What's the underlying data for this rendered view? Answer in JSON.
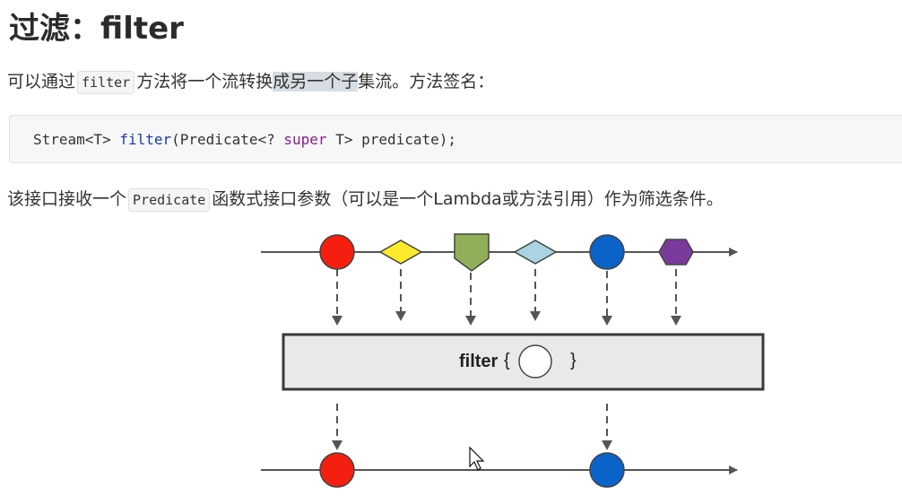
{
  "title": "过滤：filter",
  "intro": {
    "before": "可以通过",
    "code": "filter",
    "middle": "方法将一个流转换",
    "highlight": "成另一个子",
    "after": "集流。方法签名："
  },
  "signature": {
    "type": "Stream<T>",
    "fn": "filter",
    "param_open": "(Predicate<?",
    "kw": "super",
    "param_close": "T> predicate);"
  },
  "description": {
    "before": "该接口接收一个",
    "code": "Predicate",
    "after": "函数式接口参数（可以是一个Lambda或方法引用）作为筛选条件。"
  },
  "diagram": {
    "filter_label": "filter",
    "brace_open": "{",
    "brace_close": "}",
    "input_items": [
      {
        "shape": "circle",
        "color": "#f41f0f"
      },
      {
        "shape": "diamond",
        "color": "#fbeb2c"
      },
      {
        "shape": "pentagon",
        "color": "#8fb058"
      },
      {
        "shape": "diamond",
        "color": "#a9d4e4"
      },
      {
        "shape": "circle",
        "color": "#0a63c8"
      },
      {
        "shape": "hexagon",
        "color": "#7a3a9c"
      }
    ],
    "output_items": [
      {
        "shape": "circle",
        "color": "#f41f0f"
      },
      {
        "shape": "circle",
        "color": "#0a63c8"
      }
    ]
  }
}
